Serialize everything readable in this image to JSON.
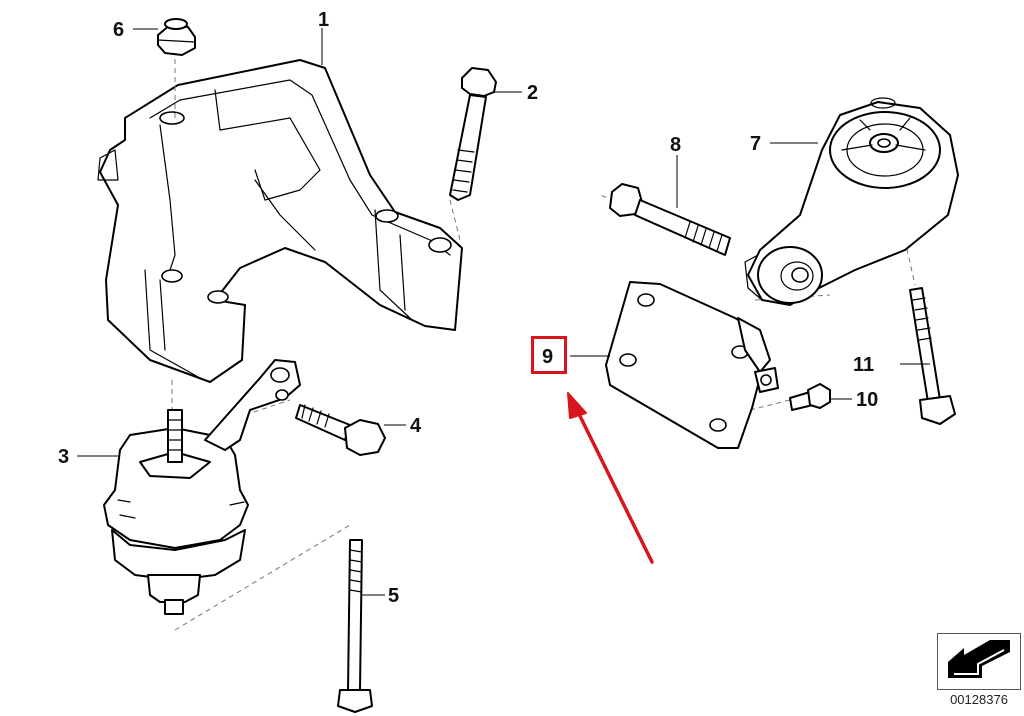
{
  "callouts": {
    "c1": "1",
    "c2": "2",
    "c3": "3",
    "c4": "4",
    "c5": "5",
    "c6": "6",
    "c7": "7",
    "c8": "8",
    "c9": "9",
    "c10": "10",
    "c11": "11"
  },
  "reference_number": "00128376",
  "highlight": {
    "color": "#d8141c",
    "target": "9"
  }
}
